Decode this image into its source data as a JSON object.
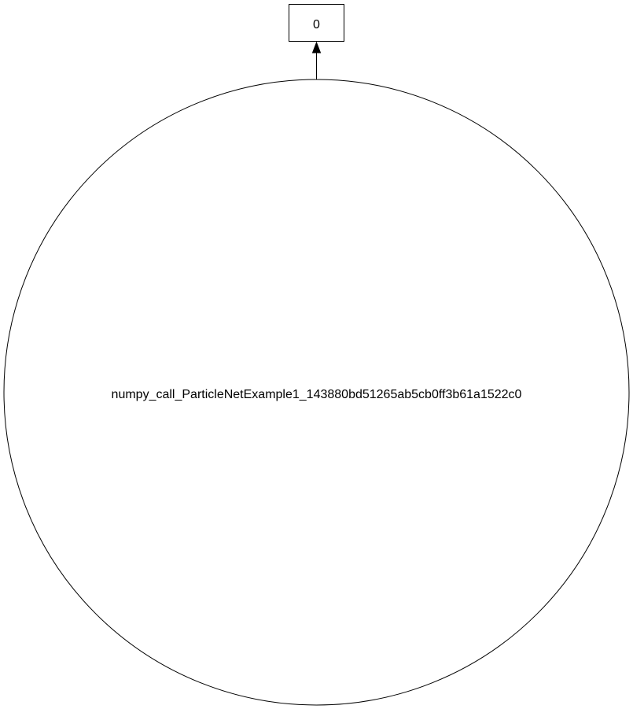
{
  "graph": {
    "nodes": [
      {
        "id": "output",
        "shape": "box",
        "label": "0"
      },
      {
        "id": "call",
        "shape": "circle",
        "label": "numpy_call_ParticleNetExample1_143880bd51265ab5cb0ff3b61a1522c0"
      }
    ],
    "edges": [
      {
        "from": "call",
        "to": "output",
        "arrowhead": "normal"
      }
    ]
  },
  "colors": {
    "stroke": "#000000",
    "fill": "#ffffff",
    "text": "#000000"
  }
}
